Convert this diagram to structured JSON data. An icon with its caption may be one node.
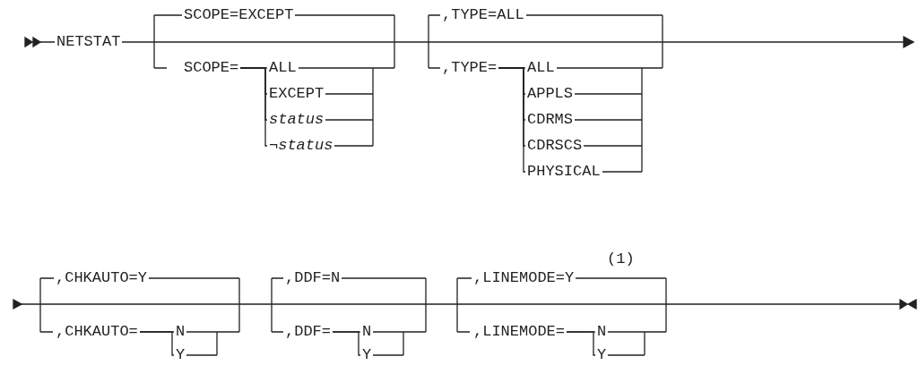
{
  "diagram": {
    "nodes": [
      {
        "text": [
          "NETSTAT"
        ]
      },
      {
        "text": [
          "SCOPE=EXCEPT"
        ]
      },
      {
        "text": [
          "SCOPE="
        ]
      },
      {
        "text": [
          "ALL"
        ]
      },
      {
        "text": [
          "EXCEPT"
        ]
      },
      {
        "text": [
          "*status*"
        ]
      },
      {
        "text": [
          "¬*status*"
        ]
      },
      {
        "text": [
          ",TYPE=ALL"
        ]
      },
      {
        "text": [
          ",TYPE="
        ]
      },
      {
        "text": [
          "ALL"
        ]
      },
      {
        "text": [
          "APPLS"
        ]
      },
      {
        "text": [
          "CDRMS"
        ]
      },
      {
        "text": [
          "CDRSCS"
        ]
      },
      {
        "text": [
          "PHYSICAL"
        ]
      },
      {
        "text": [
          ",CHKAUTO=Y"
        ]
      },
      {
        "text": [
          ",CHKAUTO="
        ]
      },
      {
        "text": [
          "N"
        ]
      },
      {
        "text": [
          "Y"
        ]
      },
      {
        "text": [
          ",DDF=N"
        ]
      },
      {
        "text": [
          ",DDF="
        ]
      },
      {
        "text": [
          "N"
        ]
      },
      {
        "text": [
          "Y"
        ]
      },
      {
        "text": [
          ",LINEMODE=Y"
        ],
        "beside": [
          "(1)"
        ]
      },
      {
        "text": [
          ",LINEMODE="
        ]
      },
      {
        "text": [
          "N"
        ]
      },
      {
        "text": [
          "Y"
        ]
      }
    ],
    "edges": [
      {
        "from": 2,
        "to": 3,
        "arrow": "none"
      },
      {
        "from": 2,
        "to": 4,
        "arrow": "none"
      },
      {
        "from": 2,
        "to": 5,
        "arrow": "none"
      },
      {
        "from": 2,
        "to": 6,
        "arrow": "none"
      },
      {
        "from": 8,
        "to": 9,
        "arrow": "none"
      },
      {
        "from": 8,
        "to": 10,
        "arrow": "none"
      },
      {
        "from": 8,
        "to": 11,
        "arrow": "none"
      },
      {
        "from": 8,
        "to": 12,
        "arrow": "none"
      },
      {
        "from": 8,
        "to": 13,
        "arrow": "none"
      },
      {
        "from": 15,
        "to": 16,
        "arrow": "none"
      },
      {
        "from": 15,
        "to": 17,
        "arrow": "none"
      },
      {
        "from": 19,
        "to": 20,
        "arrow": "none"
      },
      {
        "from": 19,
        "to": 21,
        "arrow": "none"
      },
      {
        "from": 23,
        "to": 24,
        "arrow": "none"
      },
      {
        "from": 23,
        "to": 25,
        "arrow": "none"
      }
    ]
  }
}
